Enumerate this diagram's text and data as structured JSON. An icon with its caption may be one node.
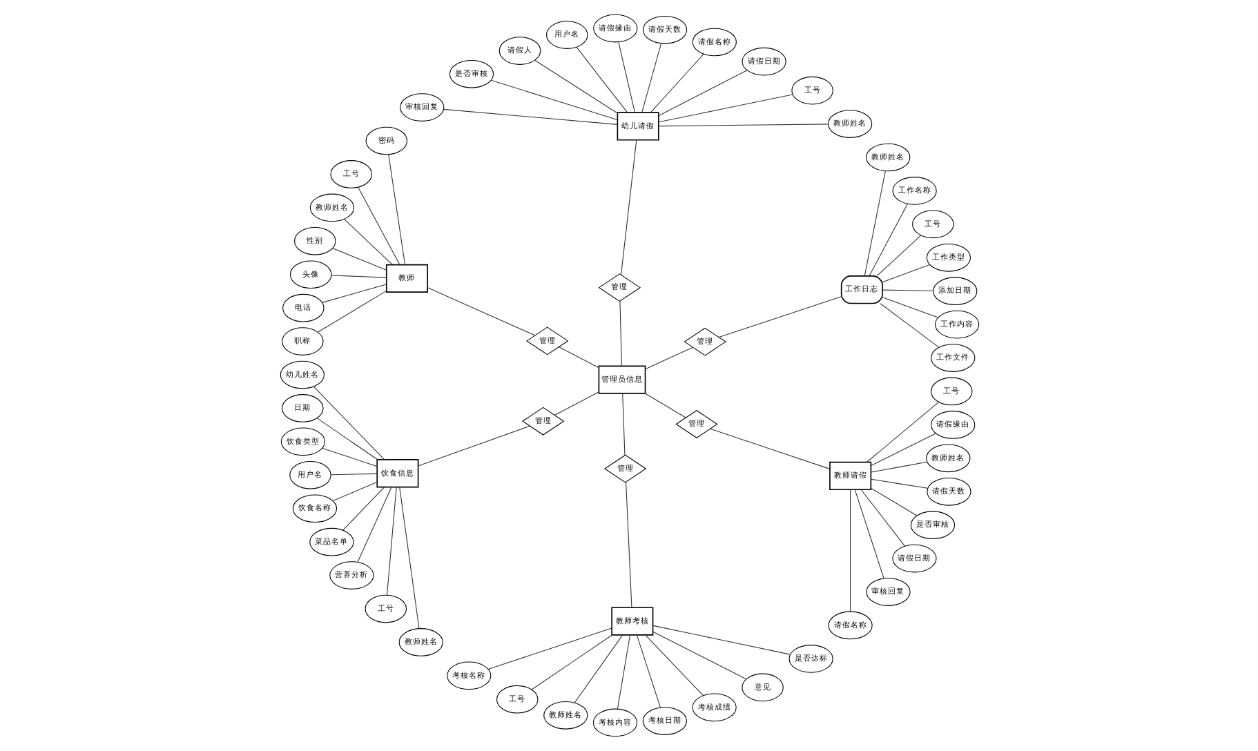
{
  "diagram": {
    "nodes": [
      {
        "text": [
          "管理员信息"
        ]
      },
      {
        "text": [
          "工作日志"
        ]
      },
      {
        "text": [
          "工作文件"
        ]
      },
      {
        "text": [
          "工作内容"
        ]
      },
      {
        "text": [
          "添加日期"
        ]
      },
      {
        "text": [
          "工作类型"
        ]
      },
      {
        "text": [
          "工号"
        ]
      },
      {
        "text": [
          "工作名称"
        ]
      },
      {
        "text": [
          "教师姓名"
        ]
      },
      {
        "text": [
          "管理"
        ]
      },
      {
        "text": [
          "幼儿请假"
        ]
      },
      {
        "text": [
          "教师姓名"
        ]
      },
      {
        "text": [
          "工号"
        ]
      },
      {
        "text": [
          "请假日期"
        ]
      },
      {
        "text": [
          "请假名称"
        ]
      },
      {
        "text": [
          "请假天数"
        ]
      },
      {
        "text": [
          "请假缘由"
        ]
      },
      {
        "text": [
          "用户名"
        ]
      },
      {
        "text": [
          "请假人"
        ]
      },
      {
        "text": [
          "是否审核"
        ]
      },
      {
        "text": [
          "审核回复"
        ]
      },
      {
        "text": [
          "管理"
        ]
      },
      {
        "text": [
          "教师"
        ]
      },
      {
        "text": [
          "密码"
        ]
      },
      {
        "text": [
          "工号"
        ]
      },
      {
        "text": [
          "教师姓名"
        ]
      },
      {
        "text": [
          "性别"
        ]
      },
      {
        "text": [
          "头像"
        ]
      },
      {
        "text": [
          "电话"
        ]
      },
      {
        "text": [
          "职称"
        ]
      },
      {
        "text": [
          "管理"
        ]
      },
      {
        "text": [
          "饮食信息"
        ]
      },
      {
        "text": [
          "幼儿姓名"
        ]
      },
      {
        "text": [
          "日期"
        ]
      },
      {
        "text": [
          "饮食类型"
        ]
      },
      {
        "text": [
          "用户名"
        ]
      },
      {
        "text": [
          "饮食名称"
        ]
      },
      {
        "text": [
          "菜品名单"
        ]
      },
      {
        "text": [
          "营养分析"
        ]
      },
      {
        "text": [
          "工号"
        ]
      },
      {
        "text": [
          "教师姓名"
        ]
      },
      {
        "text": [
          "管理"
        ]
      },
      {
        "text": [
          "教师考核"
        ]
      },
      {
        "text": [
          "考核名称"
        ]
      },
      {
        "text": [
          "工号"
        ]
      },
      {
        "text": [
          "教师姓名"
        ]
      },
      {
        "text": [
          "考核内容"
        ]
      },
      {
        "text": [
          "考核日期"
        ]
      },
      {
        "text": [
          "考核成绩"
        ]
      },
      {
        "text": [
          "意见"
        ]
      },
      {
        "text": [
          "是否达标"
        ]
      },
      {
        "text": [
          "管理"
        ]
      },
      {
        "text": [
          "教师请假"
        ]
      },
      {
        "text": [
          "管理"
        ]
      },
      {
        "text": [
          "请假名称"
        ]
      },
      {
        "text": [
          "审核回复"
        ]
      },
      {
        "text": [
          "请假日期"
        ]
      },
      {
        "text": [
          "是否审核"
        ]
      },
      {
        "text": [
          "请假天数"
        ]
      },
      {
        "text": [
          "教师姓名"
        ]
      },
      {
        "text": [
          "请假缘由"
        ]
      },
      {
        "text": [
          "工号"
        ]
      }
    ],
    "edges": [
      {
        "from": 0,
        "to": 9,
        "arrow": "none"
      },
      {
        "from": 9,
        "to": 1,
        "arrow": "none"
      },
      {
        "from": 1,
        "to": 2,
        "arrow": "none"
      },
      {
        "from": 1,
        "to": 3,
        "arrow": "none"
      },
      {
        "from": 1,
        "to": 4,
        "arrow": "none"
      },
      {
        "from": 1,
        "to": 5,
        "arrow": "none"
      },
      {
        "from": 1,
        "to": 6,
        "arrow": "none"
      },
      {
        "from": 1,
        "to": 7,
        "arrow": "none"
      },
      {
        "from": 1,
        "to": 8,
        "arrow": "none"
      },
      {
        "from": 0,
        "to": 21,
        "arrow": "none"
      },
      {
        "from": 21,
        "to": 10,
        "arrow": "none"
      },
      {
        "from": 10,
        "to": 11,
        "arrow": "none"
      },
      {
        "from": 10,
        "to": 12,
        "arrow": "none"
      },
      {
        "from": 10,
        "to": 13,
        "arrow": "none"
      },
      {
        "from": 10,
        "to": 14,
        "arrow": "none"
      },
      {
        "from": 10,
        "to": 15,
        "arrow": "none"
      },
      {
        "from": 10,
        "to": 16,
        "arrow": "none"
      },
      {
        "from": 10,
        "to": 17,
        "arrow": "none"
      },
      {
        "from": 10,
        "to": 18,
        "arrow": "none"
      },
      {
        "from": 10,
        "to": 19,
        "arrow": "none"
      },
      {
        "from": 10,
        "to": 20,
        "arrow": "none"
      },
      {
        "from": 0,
        "to": 30,
        "arrow": "none"
      },
      {
        "from": 30,
        "to": 22,
        "arrow": "none"
      },
      {
        "from": 22,
        "to": 23,
        "arrow": "none"
      },
      {
        "from": 22,
        "to": 24,
        "arrow": "none"
      },
      {
        "from": 22,
        "to": 25,
        "arrow": "none"
      },
      {
        "from": 22,
        "to": 26,
        "arrow": "none"
      },
      {
        "from": 22,
        "to": 27,
        "arrow": "none"
      },
      {
        "from": 22,
        "to": 28,
        "arrow": "none"
      },
      {
        "from": 22,
        "to": 29,
        "arrow": "none"
      },
      {
        "from": 0,
        "to": 41,
        "arrow": "none"
      },
      {
        "from": 41,
        "to": 31,
        "arrow": "none"
      },
      {
        "from": 31,
        "to": 32,
        "arrow": "none"
      },
      {
        "from": 31,
        "to": 33,
        "arrow": "none"
      },
      {
        "from": 31,
        "to": 34,
        "arrow": "none"
      },
      {
        "from": 31,
        "to": 35,
        "arrow": "none"
      },
      {
        "from": 31,
        "to": 36,
        "arrow": "none"
      },
      {
        "from": 31,
        "to": 37,
        "arrow": "none"
      },
      {
        "from": 31,
        "to": 38,
        "arrow": "none"
      },
      {
        "from": 31,
        "to": 39,
        "arrow": "none"
      },
      {
        "from": 31,
        "to": 40,
        "arrow": "none"
      },
      {
        "from": 0,
        "to": 51,
        "arrow": "none"
      },
      {
        "from": 51,
        "to": 42,
        "arrow": "none"
      },
      {
        "from": 42,
        "to": 43,
        "arrow": "none"
      },
      {
        "from": 42,
        "to": 44,
        "arrow": "none"
      },
      {
        "from": 42,
        "to": 45,
        "arrow": "none"
      },
      {
        "from": 42,
        "to": 46,
        "arrow": "none"
      },
      {
        "from": 42,
        "to": 47,
        "arrow": "none"
      },
      {
        "from": 42,
        "to": 48,
        "arrow": "none"
      },
      {
        "from": 42,
        "to": 49,
        "arrow": "none"
      },
      {
        "from": 42,
        "to": 50,
        "arrow": "none"
      },
      {
        "from": 0,
        "to": 53,
        "arrow": "none"
      },
      {
        "from": 53,
        "to": 52,
        "arrow": "none"
      },
      {
        "from": 52,
        "to": 54,
        "arrow": "none"
      },
      {
        "from": 52,
        "to": 55,
        "arrow": "none"
      },
      {
        "from": 52,
        "to": 56,
        "arrow": "none"
      },
      {
        "from": 52,
        "to": 57,
        "arrow": "none"
      },
      {
        "from": 52,
        "to": 58,
        "arrow": "none"
      },
      {
        "from": 52,
        "to": 59,
        "arrow": "none"
      },
      {
        "from": 52,
        "to": 60,
        "arrow": "none"
      },
      {
        "from": 52,
        "to": 61,
        "arrow": "none"
      }
    ]
  }
}
